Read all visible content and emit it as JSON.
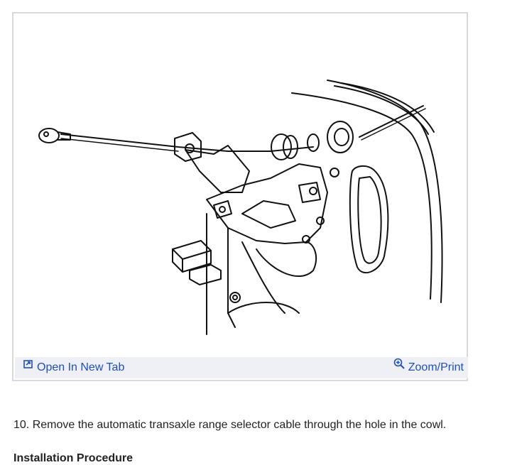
{
  "figure": {
    "open_tab_label": "Open In New Tab",
    "zoom_label": "Zoom/Print",
    "open_tab_icon": "external-link-icon",
    "zoom_icon": "zoom-in-icon",
    "link_color": "#1f4fb8",
    "toolbar_color": "#eef0f6"
  },
  "content": {
    "step_10": "10. Remove the automatic transaxle range selector cable through the hole in the cowl.",
    "next_heading": "Installation Procedure"
  }
}
